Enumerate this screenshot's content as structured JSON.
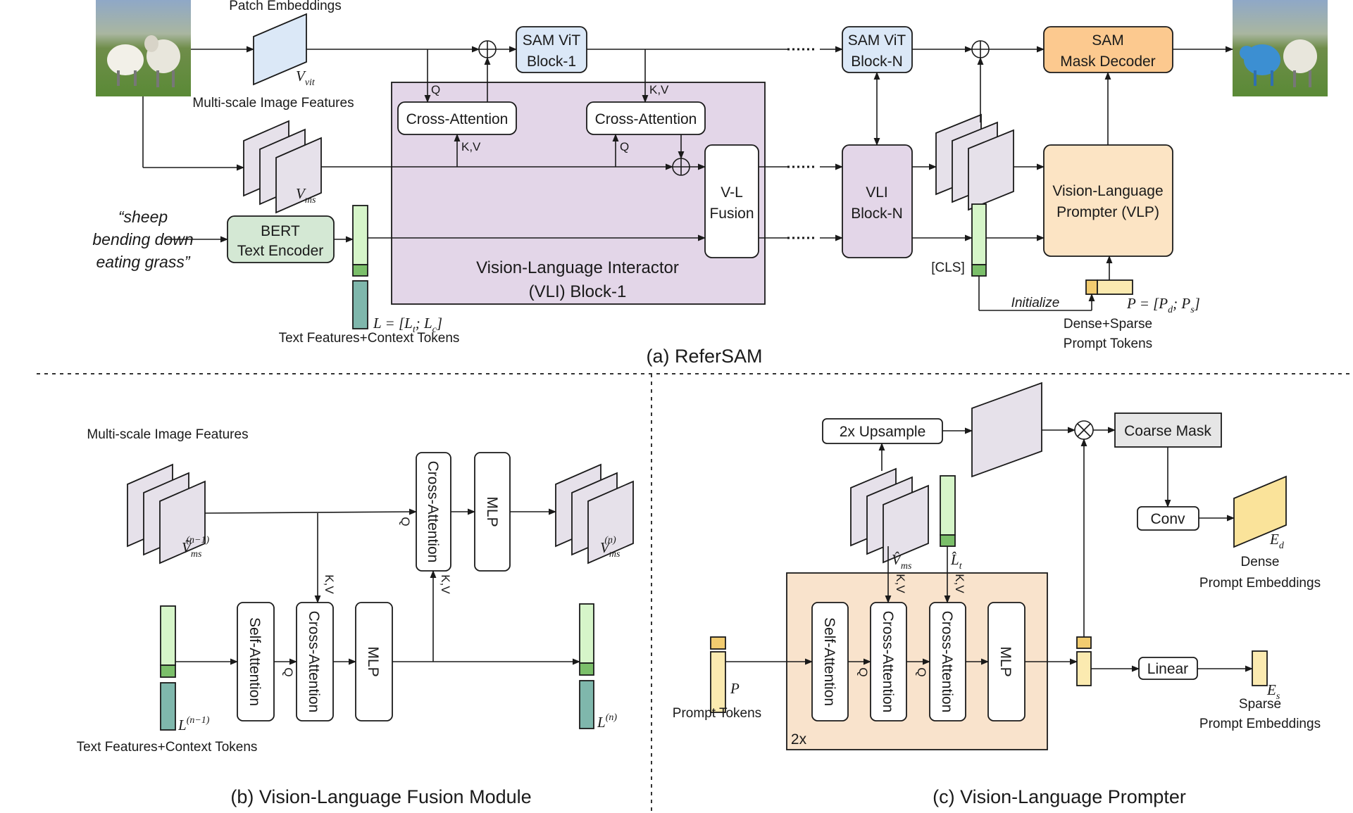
{
  "panel_a": {
    "caption": "(a) ReferSAM",
    "patch_embeddings": "Patch Embeddings",
    "v_vit": "V",
    "v_vit_sub": "vit",
    "multiscale_label": "Multi-scale Image Features",
    "v_ms": "V",
    "v_ms_sub": "ms",
    "query_line1": "“sheep",
    "query_line2": "bending down",
    "query_line3": "eating grass”",
    "bert_line1": "BERT",
    "bert_line2": "Text Encoder",
    "l_formula": "L = [L",
    "l_formula_t": "t",
    "l_formula_mid": "; L",
    "l_formula_c": "c",
    "l_formula_end": "]",
    "text_features_label": "Text Features+Context Tokens",
    "sam_vit_1_line1": "SAM ViT",
    "sam_vit_1_line2": "Block-1",
    "sam_vit_n_line1": "SAM ViT",
    "sam_vit_n_line2": "Block-N",
    "cross_attention_1": "Cross-Attention",
    "cross_attention_2": "Cross-Attention",
    "q_label_1": "Q",
    "kv_label_1": "K,V",
    "kv_label_2": "K,V",
    "q_label_2": "Q",
    "vl_fusion_line1": "V-L",
    "vl_fusion_line2": "Fusion",
    "vli_title_line1": "Vision-Language Interactor",
    "vli_title_line2": "(VLI) Block-1",
    "vli_n_line1": "VLI",
    "vli_n_line2": "Block-N",
    "decoder_line1": "SAM",
    "decoder_line2": "Mask Decoder",
    "vlp_line1": "Vision-Language",
    "vlp_line2": "Prompter (VLP)",
    "cls_label": "[CLS]",
    "initialize_label": "Initialize",
    "p_formula": "P = [P",
    "p_formula_d": "d",
    "p_formula_mid": "; P",
    "p_formula_s": "s",
    "p_formula_end": "]",
    "prompt_tokens_line1": "Dense+Sparse",
    "prompt_tokens_line2": "Prompt Tokens"
  },
  "panel_b": {
    "caption": "(b) Vision-Language Fusion Module",
    "multiscale_label": "Multi-scale Image Features",
    "v_in": "Ṽ",
    "v_in_sub": "ms",
    "v_in_sup": "(n−1)",
    "v_out": "V",
    "v_out_sub": "ms",
    "v_out_sup": "(n)",
    "l_in": "L",
    "l_in_sup": "(n−1)",
    "l_out": "L",
    "l_out_sup": "(n)",
    "text_features_label": "Text Features+Context Tokens",
    "self_attention": "Self-Attention",
    "cross_attention_text": "Cross-Attention",
    "mlp_text": "MLP",
    "cross_attention_img": "Cross-Attention",
    "mlp_img": "MLP",
    "q1": "Q",
    "kv1": "K,V",
    "q2": "Q",
    "kv2": "K,V"
  },
  "panel_c": {
    "caption": "(c) Vision-Language Prompter",
    "upsample": "2x Upsample",
    "coarse_mask": "Coarse Mask",
    "conv": "Conv",
    "linear": "Linear",
    "ed": "E",
    "ed_sub": "d",
    "es": "E",
    "es_sub": "s",
    "dense_line1": "Dense",
    "dense_line2": "Prompt Embeddings",
    "sparse_line1": "Sparse",
    "sparse_line2": "Prompt Embeddings",
    "v_hat": "V̂",
    "v_hat_sub": "ms",
    "l_hat": "L̂",
    "l_hat_sub": "t",
    "kv_a": "K,V",
    "kv_b": "K,V",
    "p_label": "P",
    "prompt_tokens": "Prompt Tokens",
    "self_attention": "Self-Attention",
    "cross_attention_1": "Cross-Attention",
    "cross_attention_2": "Cross-Attention",
    "mlp": "MLP",
    "q1": "Q",
    "q2": "Q",
    "repeat": "2x"
  },
  "colors": {
    "vit_blue": "#dbe8f7",
    "vli_purple": "#e3d6e8",
    "bert_green": "#d4e8d4",
    "decoder_orange": "#fcc98f",
    "vlp_peach": "#fce4c4",
    "vlp_box": "#f9e3cc",
    "token_light_green": "#d6f5c9",
    "token_green": "#7bbf6a",
    "token_teal": "#7fb7ac",
    "prompt_yellow": "#fbeab0",
    "prompt_gold": "#f2cc70",
    "feature_gray": "#e6e1ea",
    "coarse_gray": "#e6e6e6",
    "dense_yellow": "#fae39a"
  }
}
